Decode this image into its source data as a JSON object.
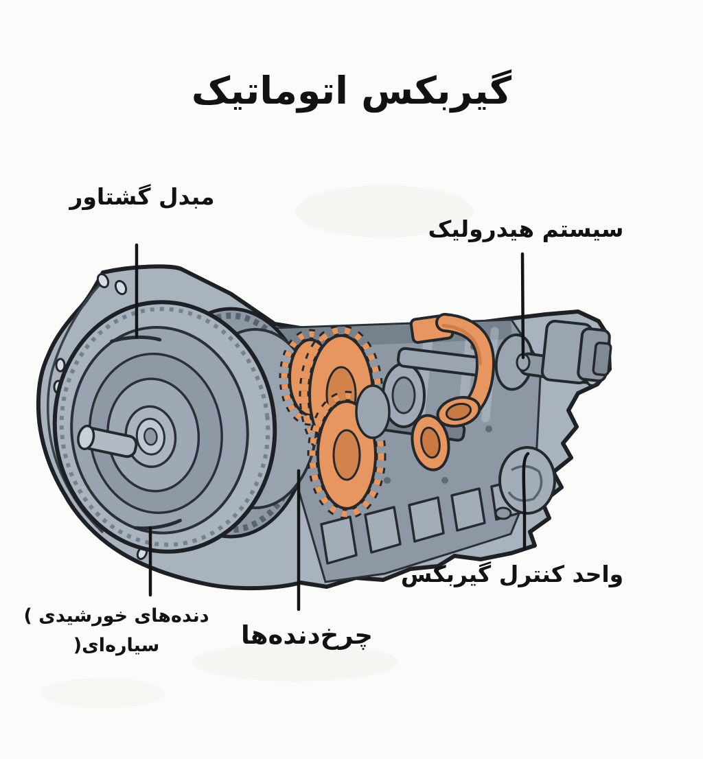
{
  "title": "گیربکس اتوماتیک",
  "labels": {
    "torque_converter": "مبدل گشتاور",
    "hydraulic_system": "سیستم هیدرولیک",
    "gearbox_control_unit": "واحد کنترل گیربکس",
    "gears": "چرخ‌دنده‌ها",
    "planetary_line1": "دنده‌های خورشیدی ‎(‎",
    "planetary_line2": "سیاره‌ای‎)‎"
  },
  "diagram": {
    "subject": "automatic transmission cutaway illustration",
    "parts": [
      "torque-converter",
      "hydraulic-system",
      "gearbox-control-unit",
      "gears",
      "planetary-sun-gears"
    ],
    "colors": {
      "background": "#fbfbfa",
      "text": "#121212",
      "outline": "#1d2126",
      "case_light": "#b8c0ca",
      "case_mid": "#a9b3be",
      "case_dark": "#8d98a4",
      "interior_shadow": "#6e7985",
      "gear_orange": "#e6965e",
      "gear_orange_dark": "#c97a42",
      "leader_line": "#141414"
    }
  }
}
